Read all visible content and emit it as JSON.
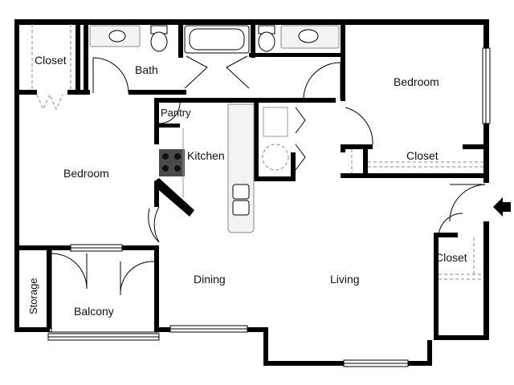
{
  "rooms": {
    "closet_tl": "Closet",
    "bath": "Bath",
    "bedroom_right": "Bedroom",
    "pantry": "Pantry",
    "kitchen": "Kitchen",
    "closet_right": "Closet",
    "bedroom_left": "Bedroom",
    "closet_entry": "Closet",
    "dining": "Dining",
    "living": "Living",
    "storage": "Storage",
    "balcony": "Balcony"
  }
}
